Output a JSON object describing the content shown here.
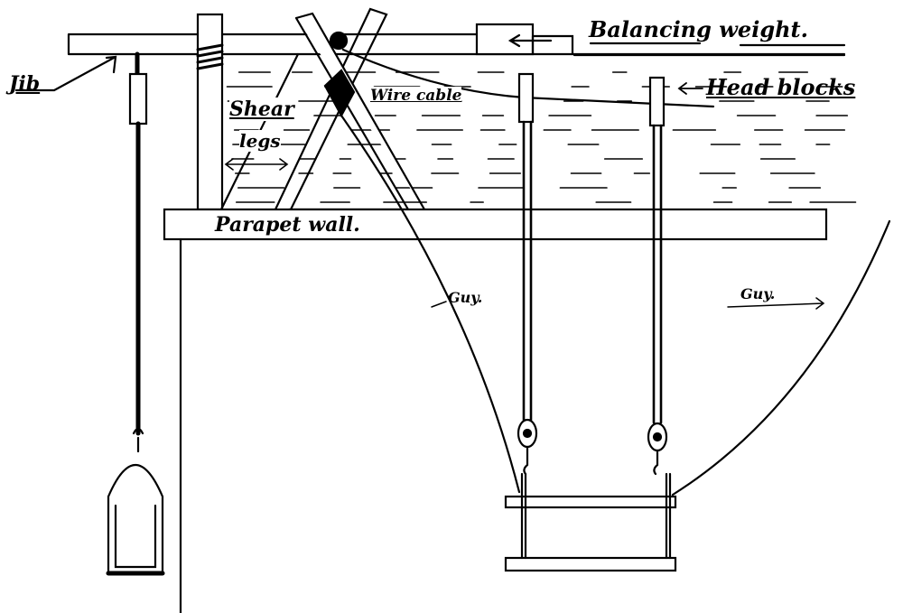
{
  "title": "Shear legs and jib rigging over parapet wall",
  "labels": {
    "jib": "Jib",
    "balancing_weight": "Balancing weight.",
    "head_blocks": "Head blocks",
    "wire_cable": "Wire cable",
    "shear": "Shear",
    "legs": "legs",
    "parapet_wall": "Parapet wall.",
    "guy_left": "Guy.",
    "guy_right": "Guy."
  },
  "colors": {
    "ink": "#000000",
    "paper": "#ffffff"
  }
}
